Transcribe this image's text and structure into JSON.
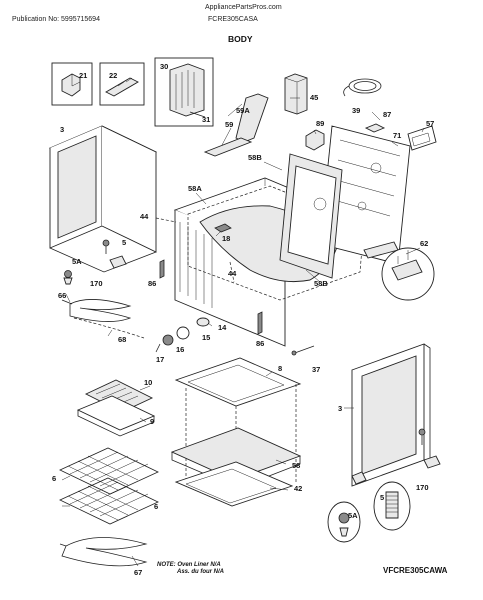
{
  "header": {
    "publication": "Publication No: 5995715694",
    "site": "AppliancePartsPros.com",
    "model": "FCRE305CASA",
    "title": "BODY"
  },
  "footer": {
    "note_line1": "NOTE: Oven Liner N/A",
    "note_line2": "Ass. du four N/A",
    "diagram_code": "VFCRE305CAWA"
  },
  "callouts": {
    "c21": "21",
    "c22": "22",
    "c30": "30",
    "c31": "31",
    "c45": "45",
    "c39": "39",
    "c59a": "59A",
    "c59": "59",
    "c58b_top": "58B",
    "c87": "87",
    "c71": "71",
    "c57": "57",
    "c89": "89",
    "c3_left": "3",
    "c58a": "58A",
    "c44_top": "44",
    "c18": "18",
    "c5": "5",
    "c5a": "5A",
    "c170": "170",
    "c86_left": "86",
    "c44_mid": "44",
    "c58b_mid": "58B",
    "c62": "62",
    "c66": "66",
    "c68": "68",
    "c14": "14",
    "c15": "15",
    "c16": "16",
    "c17": "17",
    "c86_mid": "86",
    "c37": "37",
    "c10": "10",
    "c9": "9",
    "c8": "8",
    "c3_right": "3",
    "c58": "58",
    "c6_top": "6",
    "c6_bottom": "6",
    "c42": "42",
    "c67": "67",
    "c5_detail": "5",
    "c5a_detail": "5A",
    "c170_detail": "170"
  }
}
